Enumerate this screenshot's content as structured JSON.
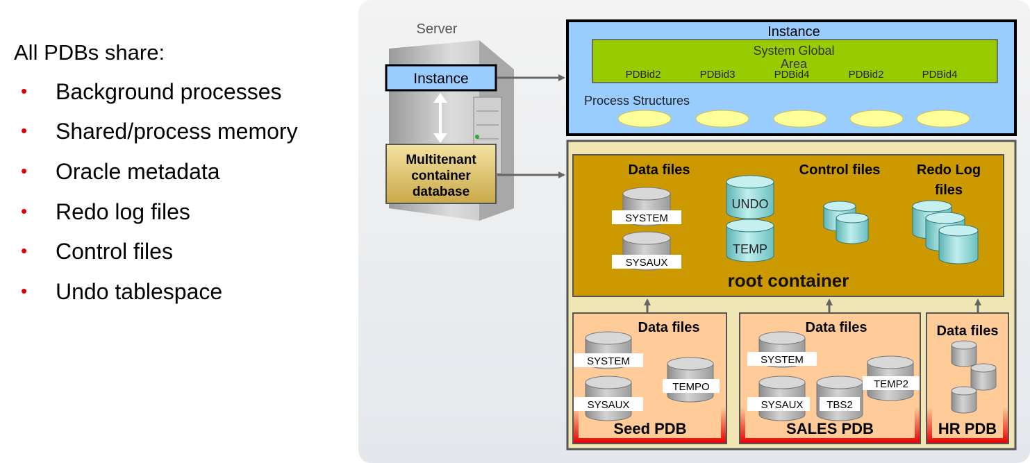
{
  "left_panel": {
    "title": "All PDBs share:",
    "items": [
      "Background processes",
      "Shared/process memory",
      "Oracle metadata",
      "Redo log files",
      "Control files",
      "Undo tablespace"
    ],
    "bullet_color": "#e00000"
  },
  "server": {
    "label": "Server",
    "instance_label": "Instance",
    "cdb_label_lines": [
      "Multitenant",
      "container",
      "database"
    ]
  },
  "instance_box": {
    "title": "Instance",
    "sga_label_lines": [
      "System Global",
      "Area"
    ],
    "pdb_ids": [
      "PDBid2",
      "PDBid3",
      "PDBid4",
      "PDBid2",
      "PDBid4"
    ],
    "process_label": "Process Structures",
    "colors": {
      "background": "#99ccff",
      "sga": "#99cc00",
      "process": "#ffff99"
    }
  },
  "root_container": {
    "label": "root container",
    "data_files_label": "Data files",
    "control_files_label": "Control files",
    "redo_label_lines": [
      "Redo Log",
      "files"
    ],
    "tablespaces": [
      "SYSTEM",
      "SYSAUX",
      "UNDO",
      "TEMP"
    ],
    "colors": {
      "background": "#cc9900",
      "outer": "#f0e6b4"
    }
  },
  "pdbs": [
    {
      "name": "Seed PDB",
      "data_files_label": "Data files",
      "tablespaces": [
        "SYSTEM",
        "SYSAUX",
        "TEMPO"
      ]
    },
    {
      "name": "SALES PDB",
      "data_files_label": "Data files",
      "tablespaces": [
        "SYSTEM",
        "SYSAUX",
        "TBS2",
        "TEMP2"
      ]
    },
    {
      "name": "HR PDB",
      "data_files_label": "Data files",
      "tablespaces": []
    }
  ]
}
